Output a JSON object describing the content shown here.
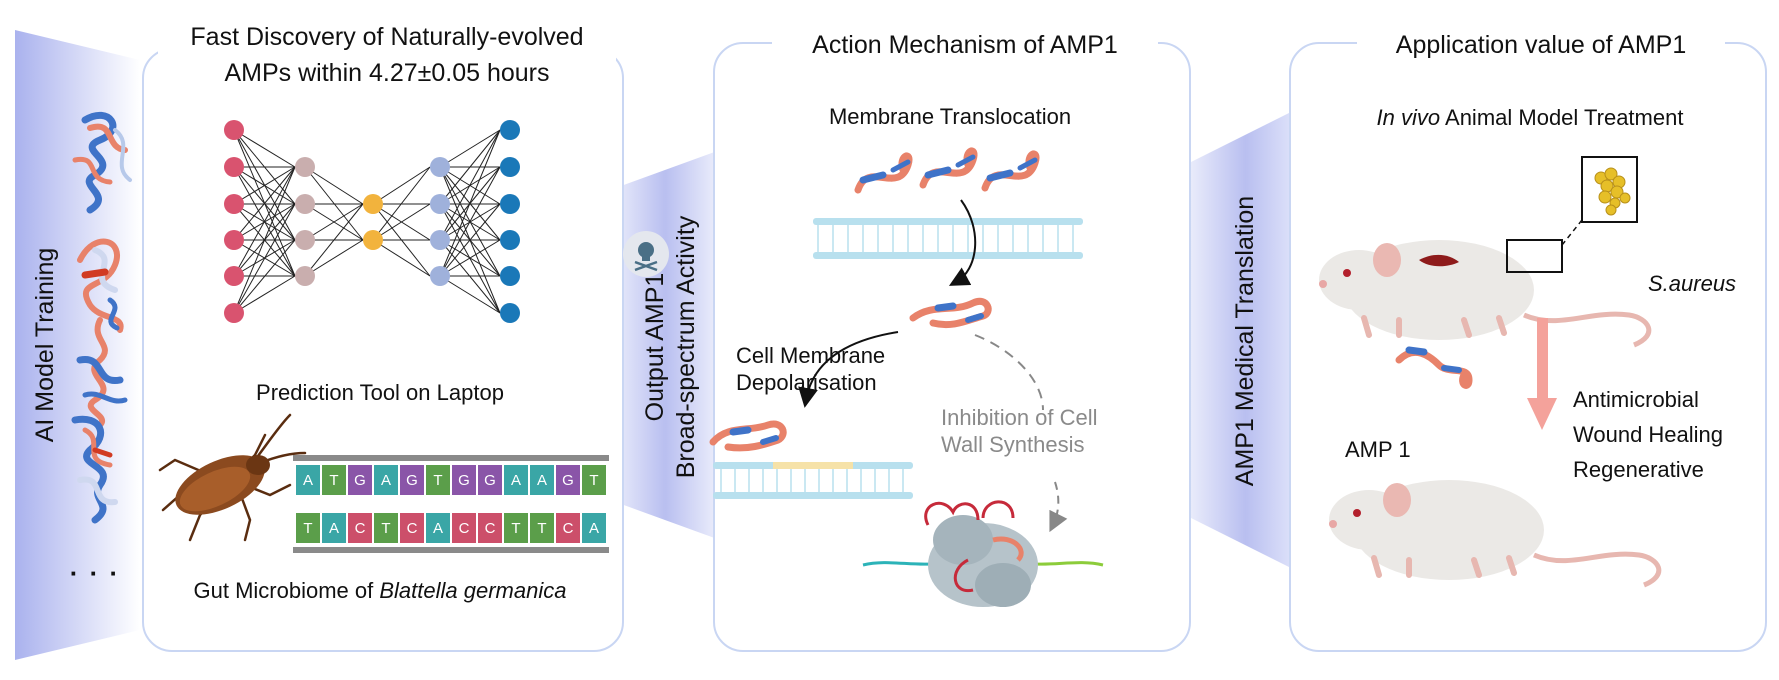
{
  "left": {
    "ai_training_label": "AI Model Training",
    "ellipsis": "· · ·"
  },
  "panel1": {
    "title_line1": "Fast Discovery of Naturally-evolved",
    "title_line2": "AMPs within 4.27±0.05 hours",
    "prediction_label": "Prediction Tool on Laptop",
    "gut_prefix": "Gut Microbiome of ",
    "gut_species": "Blattella germanica",
    "dna_top": [
      "A",
      "T",
      "G",
      "A",
      "G",
      "T",
      "G",
      "G",
      "A",
      "A",
      "G",
      "T"
    ],
    "dna_bottom": [
      "T",
      "A",
      "C",
      "T",
      "C",
      "A",
      "C",
      "C",
      "T",
      "T",
      "C",
      "A"
    ]
  },
  "connector1": {
    "line1": "Output AMP1",
    "line2": "Broad-spectrum Activity"
  },
  "panel2": {
    "title": "Action Mechanism of AMP1",
    "translocation": "Membrane Translocation",
    "depol_line1": "Cell Membrane",
    "depol_line2": "Depolarisation",
    "inhib_line1": "Inhibition of Cell",
    "inhib_line2": "Wall Synthesis"
  },
  "connector2": {
    "label": "AMP1 Medical Translation"
  },
  "panel3": {
    "title": "Application value of AMP1",
    "invivo_italic": "In vivo",
    "invivo_rest": " Animal Model Treatment",
    "pathogen": "S.aureus",
    "amp_label": "AMP 1",
    "benefit1": "Antimicrobial",
    "benefit2": "Wound Healing",
    "benefit3": "Regenerative"
  },
  "colors": {
    "panel_border": "#c9d6f3",
    "node_input": "#d9536f",
    "node_hidden1": "#c9aeae",
    "node_bottleneck": "#f2b33d",
    "node_hidden2": "#9fb1db",
    "node_output": "#1a78b8",
    "membrane": "#9ed3e6",
    "arrow_pink": "#f4a29b",
    "dna_A": "#3aa6a6",
    "dna_T": "#5b9e4a",
    "dna_G": "#8a55a8",
    "dna_C": "#cc4f6a"
  }
}
